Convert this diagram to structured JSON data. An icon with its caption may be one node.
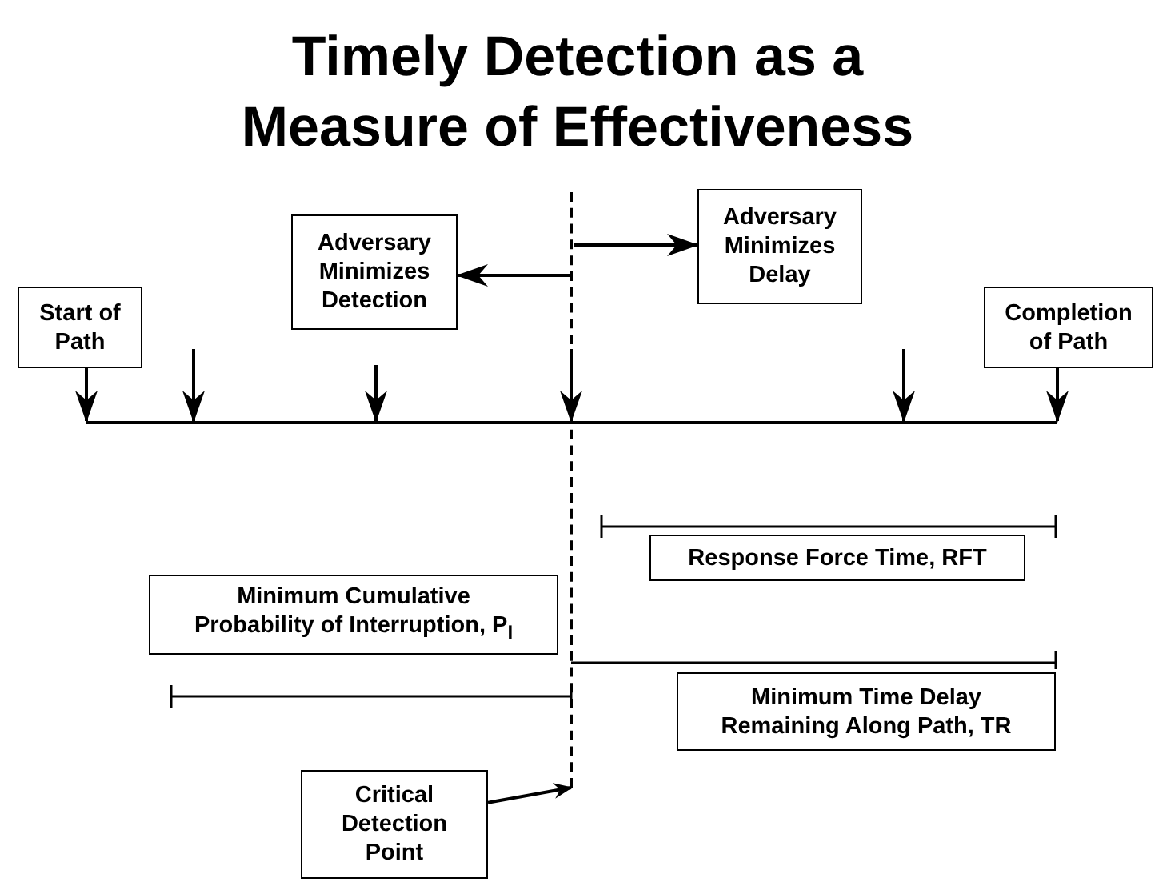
{
  "diagram": {
    "title": "Timely Detection as a Measure of Effectiveness",
    "nodes": [
      {
        "text": [
          "Start of Path"
        ]
      },
      {
        "text": [
          "Adversary Minimizes Detection"
        ]
      },
      {
        "text": [
          "Adversary Minimizes Delay"
        ]
      },
      {
        "text": [
          "Completion of Path"
        ]
      },
      {
        "text": [
          "Response Force Time, RFT"
        ]
      },
      {
        "text": [
          "Minimum Cumulative Probability of Interruption, P$_{I}$"
        ]
      },
      {
        "text": [
          "Minimum Time Delay Remaining Along Path, TR"
        ]
      },
      {
        "text": [
          "Critical Detection Point"
        ]
      },
      {
        "text": [],
        "shape": "line"
      },
      {
        "text": [],
        "shape": "bar"
      }
    ],
    "edges": [
      {
        "from": 8,
        "to": 1,
        "arrow": "to"
      },
      {
        "from": 8,
        "to": 2,
        "arrow": "to"
      },
      {
        "from": 7,
        "to": 8,
        "arrow": "to"
      },
      {
        "from": 0,
        "to": 9,
        "arrow": "to"
      },
      {
        "from": null,
        "to": 9,
        "arrow": "to"
      },
      {
        "from": null,
        "to": 9,
        "arrow": "to"
      },
      {
        "from": 8,
        "to": 9,
        "arrow": "to"
      },
      {
        "from": null,
        "to": 9,
        "arrow": "to"
      },
      {
        "from": 3,
        "to": 9,
        "arrow": "to"
      }
    ]
  }
}
